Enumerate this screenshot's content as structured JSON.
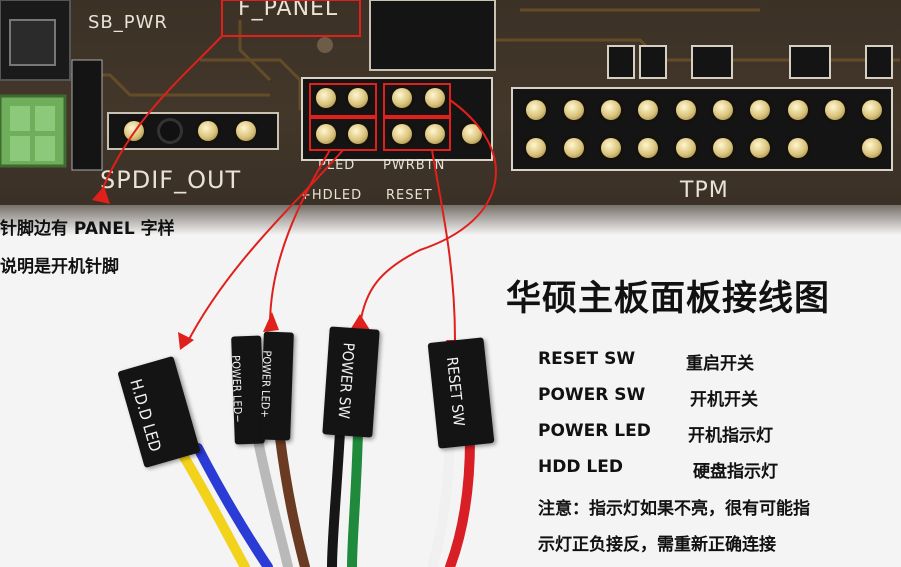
{
  "board": {
    "label_sb_pwr": "SB_PWR",
    "label_f_panel": "F_PANEL",
    "label_spdif": "SPDIF_OUT",
    "label_tpm": "TPM",
    "label_pled": "PLED",
    "label_pwrbtn": "PWRBTN",
    "label_hdled": "+HDLED",
    "label_reset": "RESET"
  },
  "annotation": {
    "left_note_line1": "针脚边有 PANEL 字样",
    "left_note_line2": "说明是开机针脚"
  },
  "title": "华硕主板面板接线图",
  "legend": [
    {
      "name": "RESET SW",
      "meaning": "重启开关"
    },
    {
      "name": "POWER SW",
      "meaning": "开机开关"
    },
    {
      "name": "POWER LED",
      "meaning": "开机指示灯"
    },
    {
      "name": "HDD LED",
      "meaning": "硬盘指示灯"
    }
  ],
  "note": {
    "line1": "注意：指示灯如果不亮，很有可能指",
    "line2": "示灯正负接反，需重新正确连接"
  },
  "connectors": {
    "hdd_led": "H.D.D LED",
    "power_led_minus": "POWER LED−",
    "power_led_plus": "POWER LED+",
    "power_sw": "POWER SW",
    "reset_sw": "RESET SW"
  },
  "colors": {
    "annotation_red": "#e0201b",
    "board_brown": "#3b3126",
    "pin_gold": "#d9c27a",
    "wire_yellow": "#f2d21b",
    "wire_blue": "#2a3bd6",
    "wire_gray": "#b9b9b9",
    "wire_brown": "#6b3a22",
    "wire_green": "#1f8a3b",
    "wire_black": "#161616",
    "wire_red": "#d81f26",
    "wire_white": "#f0f0f0"
  }
}
